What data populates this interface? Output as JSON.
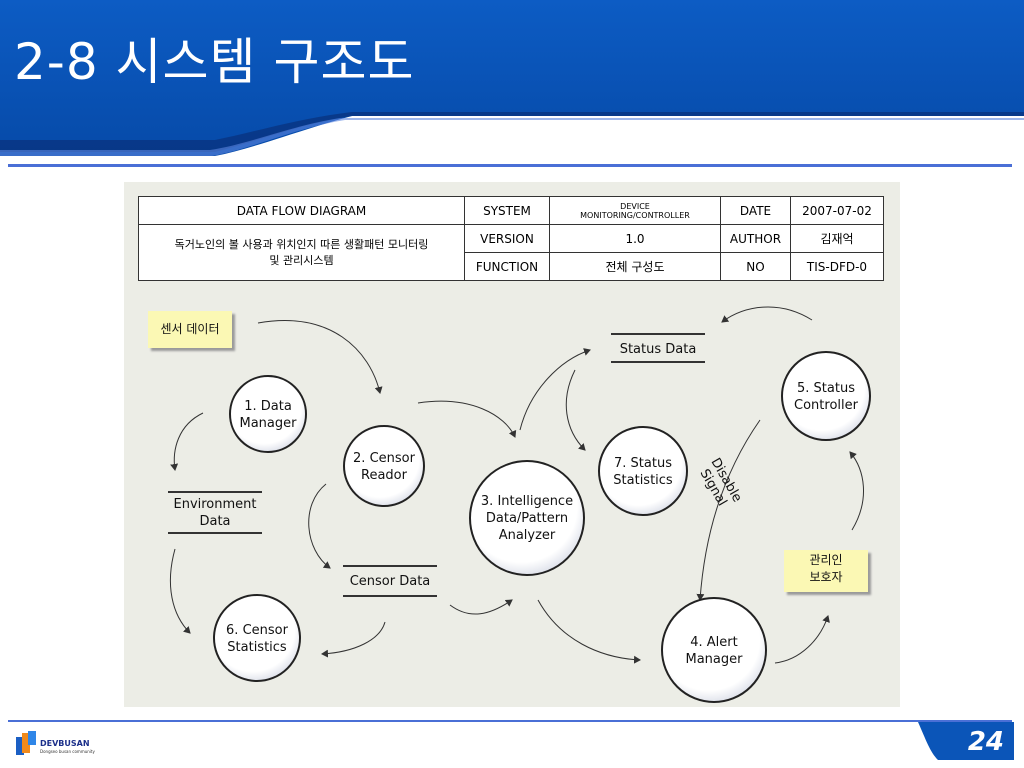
{
  "slide": {
    "title": "2-8 시스템 구조도",
    "page_number": "24",
    "logo_text": "DEVBUSAN",
    "logo_subtext": "Dongseo busan community"
  },
  "info_table": {
    "diagram_type": "DATA FLOW DIAGRAM",
    "subject_line1": "독거노인의 볼 사용과 위치인지 따른 생활패턴 모니터링",
    "subject_line2": "및 관리시스템",
    "system_label": "SYSTEM",
    "system_value_line1": "DEVICE",
    "system_value_line2": "MONITORING/CONTROLLER",
    "date_label": "DATE",
    "date_value": "2007-07-02",
    "version_label": "VERSION",
    "version_value": "1.0",
    "author_label": "AUTHOR",
    "author_value": "김재억",
    "function_label": "FUNCTION",
    "function_value": "전체 구성도",
    "no_label": "NO",
    "no_value": "TIS-DFD-0"
  },
  "external_entities": {
    "sensor_data": "센서 데이터",
    "guardian_line1": "관리인",
    "guardian_line2": "보호자"
  },
  "processes": {
    "p1_line1": "1. Data",
    "p1_line2": "Manager",
    "p2_line1": "2. Censor",
    "p2_line2": "Reador",
    "p3_line1": "3. Intelligence",
    "p3_line2": "Data/Pattern",
    "p3_line3": "Analyzer",
    "p4_line1": "4. Alert",
    "p4_line2": "Manager",
    "p5_line1": "5. Status",
    "p5_line2": "Controller",
    "p6_line1": "6. Censor",
    "p6_line2": "Statistics",
    "p7_line1": "7. Status",
    "p7_line2": "Statistics"
  },
  "data_stores": {
    "status_data": "Status Data",
    "environment_line1": "Environment",
    "environment_line2": "Data",
    "censor_data": "Censor Data"
  },
  "flow_labels": {
    "disable_line1": "Disable",
    "disable_line2": "Signal"
  },
  "colors": {
    "header_blue": "#0b55b8",
    "header_dark": "#08307a",
    "rule_blue": "#4a6fd6",
    "note_yellow": "#fbf8b4",
    "panel_bg": "#ecede6"
  }
}
